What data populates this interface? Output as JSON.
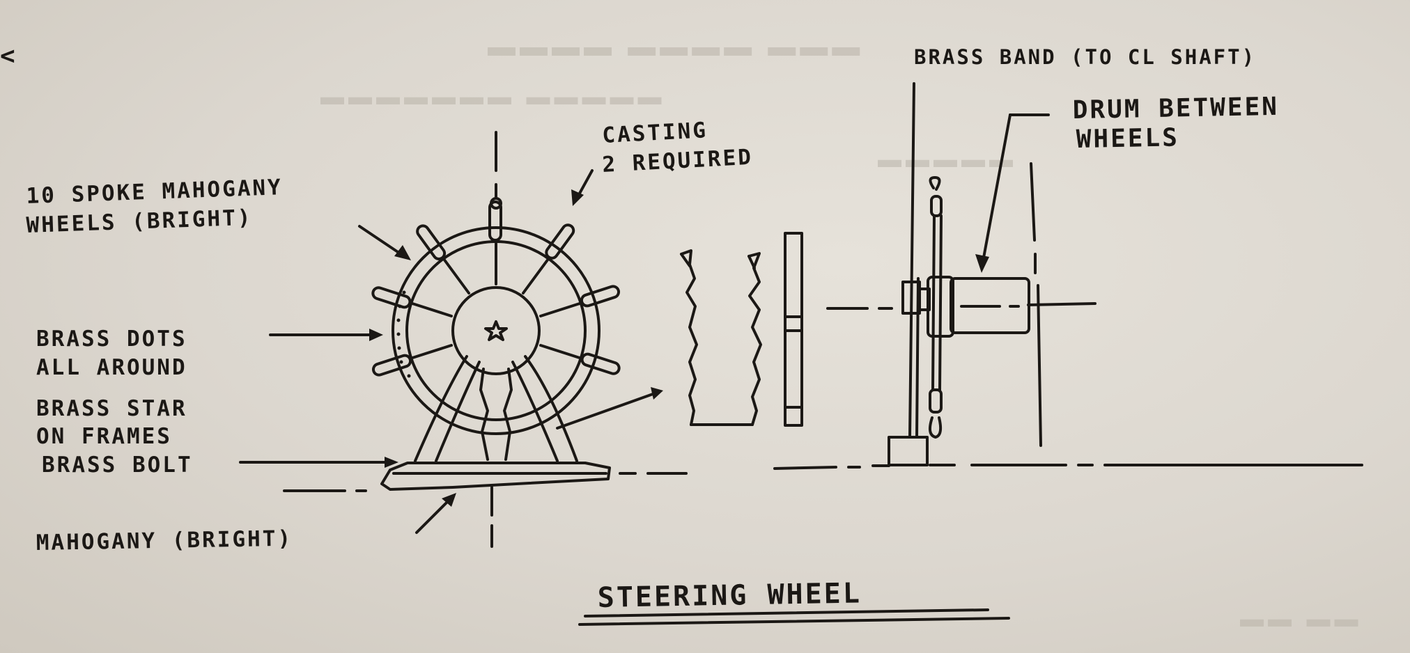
{
  "corner_mark": "<",
  "title": "STEERING WHEEL",
  "labels": {
    "spoke_wheels_line1": "10 SPOKE MAHOGANY",
    "spoke_wheels_line2": "WHEELS (BRIGHT)",
    "casting_line1": "CASTING",
    "casting_line2": "2 REQUIRED",
    "brass_dots_line1": "BRASS DOTS",
    "brass_dots_line2": "ALL AROUND",
    "brass_star_line1": "BRASS STAR",
    "brass_star_line2": "ON FRAMES",
    "brass_bolt": "BRASS BOLT",
    "mahogany": "MAHOGANY (BRIGHT)",
    "brass_band": "BRASS BAND (TO CL SHAFT)",
    "drum_line1": "DRUM BETWEEN",
    "drum_line2": "WHEELS"
  },
  "colors": {
    "ink": "#1b1815",
    "paper": "#e3dfd7"
  }
}
